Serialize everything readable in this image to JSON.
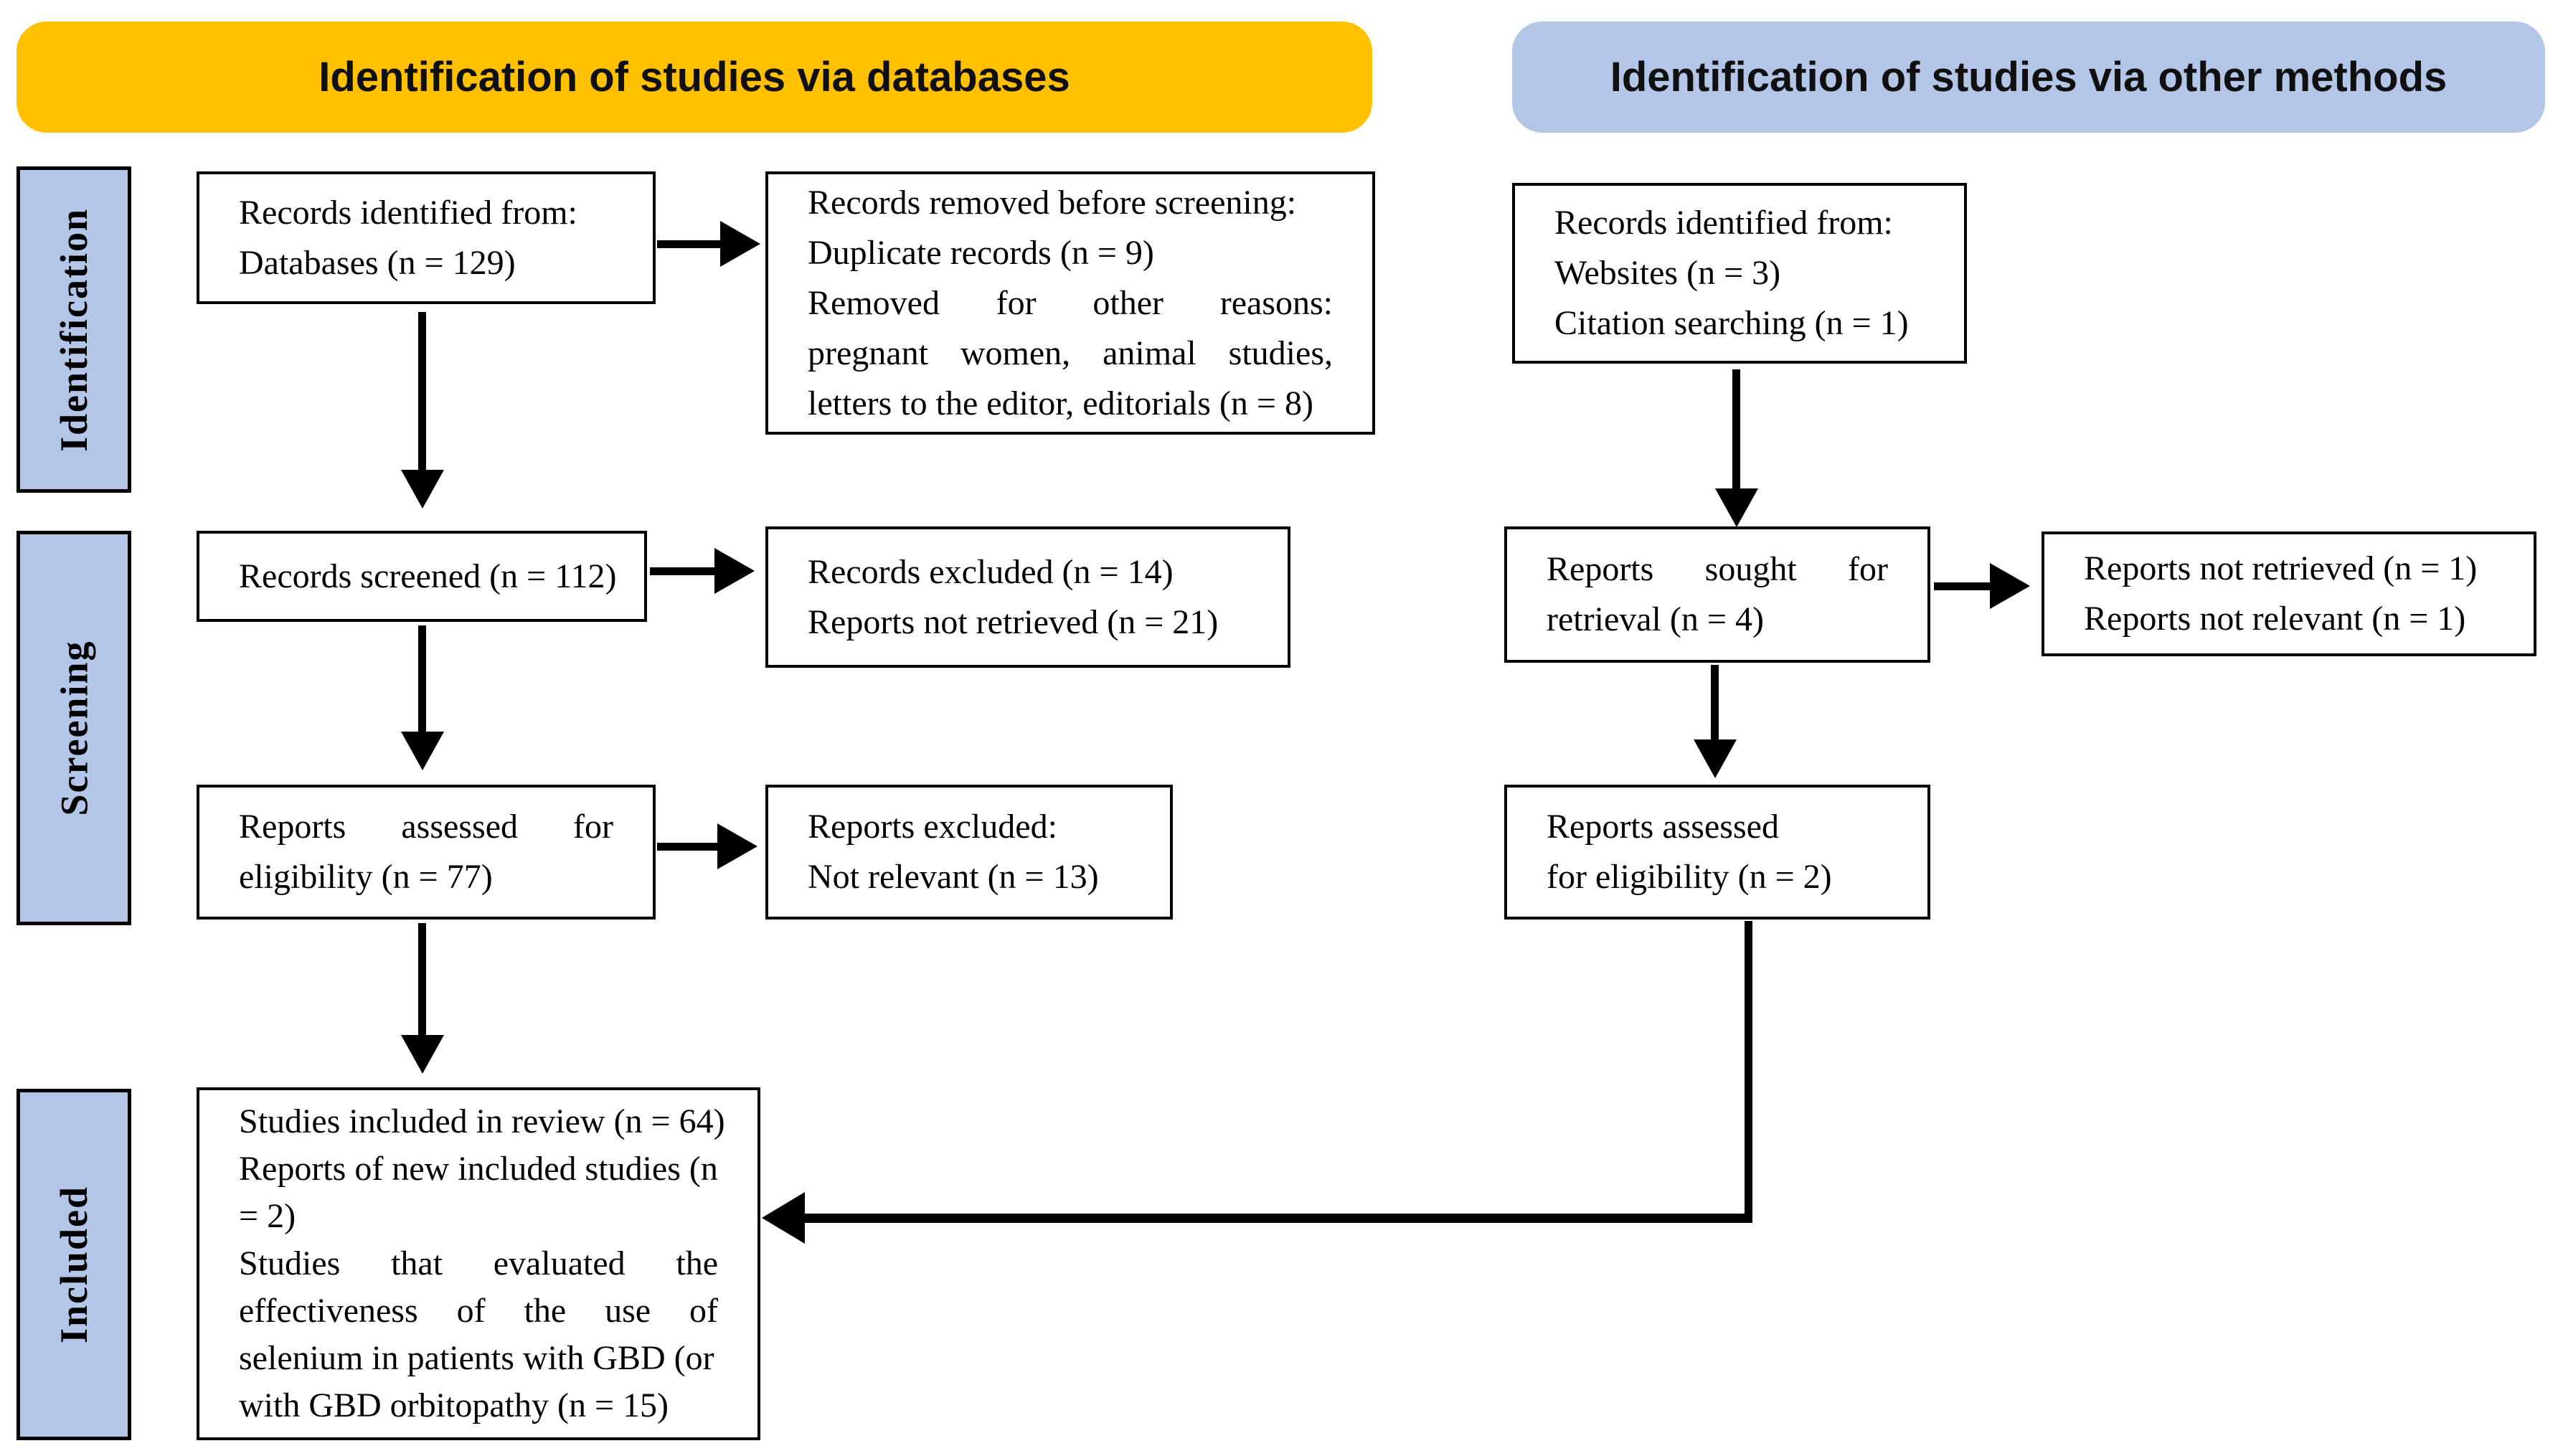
{
  "headers": {
    "databases": "Identification of studies via databases",
    "other_methods": "Identification of studies via other methods"
  },
  "sidebar": {
    "identification": "Identification",
    "screening": "Screening",
    "included": "Included"
  },
  "boxes": {
    "records_identified_databases": {
      "lines": [
        "Records identified from:",
        "Databases (n = 129)"
      ]
    },
    "records_removed": {
      "lines": [
        "Records removed before screening:",
        "Duplicate records (n = 9)",
        "Removed for other reasons:",
        "pregnant women, animal studies,",
        "letters to the editor, editorials (n = 8)"
      ]
    },
    "records_screened": {
      "lines": [
        "Records screened (n = 112)"
      ]
    },
    "records_excluded": {
      "lines": [
        "Records excluded (n = 14)",
        "Reports not retrieved (n = 21)"
      ]
    },
    "reports_assessed_databases": {
      "lines": [
        "Reports assessed for",
        "eligibility (n = 77)"
      ]
    },
    "reports_excluded": {
      "lines": [
        "Reports excluded:",
        "Not relevant (n = 13)"
      ]
    },
    "studies_included": {
      "lines": [
        "Studies included in review (n = 64)",
        "Reports of new included studies (n",
        "= 2)",
        "Studies that evaluated the",
        "effectiveness of the use of",
        "selenium in patients with GBD (or",
        "with GBD orbitopathy (n = 15)"
      ]
    },
    "records_identified_other": {
      "lines": [
        "Records identified from:",
        "Websites (n = 3)",
        "Citation searching (n = 1)"
      ]
    },
    "reports_sought": {
      "lines": [
        "Reports sought for",
        "retrieval (n = 4)"
      ]
    },
    "reports_not_retrieved_other": {
      "lines": [
        "Reports not retrieved (n = 1)",
        "Reports not relevant (n = 1)"
      ]
    },
    "reports_assessed_other": {
      "lines": [
        "Reports assessed",
        "for eligibility (n = 2)"
      ]
    }
  },
  "colors": {
    "header_yellow": "#FFC000",
    "header_blue": "#B4C6E7",
    "sidebar_blue": "#B4C6E7",
    "ink": "#000000"
  }
}
